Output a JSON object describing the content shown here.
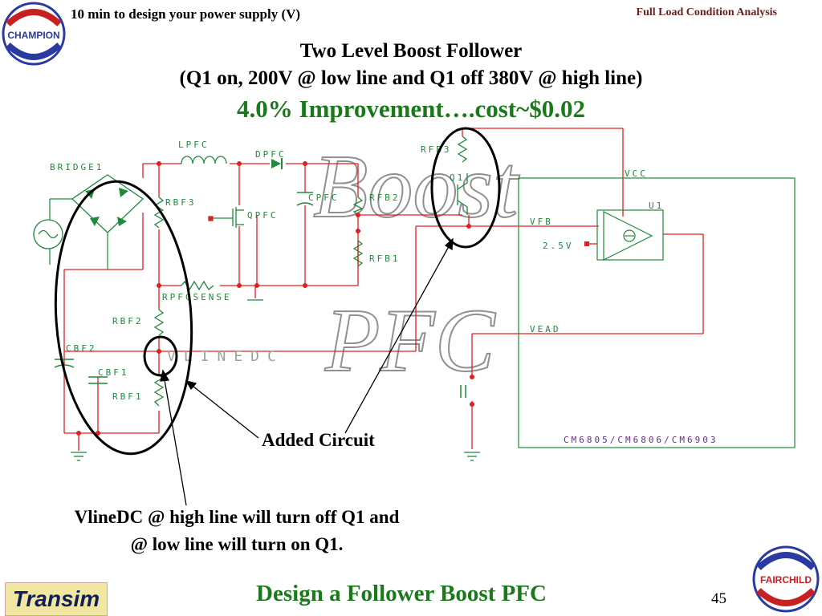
{
  "header": {
    "left": "10 min to design your power supply (V)",
    "right": "Full Load Condition Analysis"
  },
  "title": {
    "line1": "Two Level Boost Follower",
    "line2": "(Q1 on, 200V @ low line and Q1 off 380V @ high line)",
    "line3": "4.0% Improvement….cost~$0.02"
  },
  "watermark": {
    "line1": "Boost",
    "line2": "PFC"
  },
  "schematic": {
    "labels": {
      "bridge": "BRIDGE1",
      "lpfc": "LPFC",
      "dpfc": "DPFC",
      "cpfc": "CPFC",
      "qpfc": "QPFC",
      "rbf3": "RBF3",
      "rbf2": "RBF2",
      "rbf1": "RBF1",
      "cbf2": "CBF2",
      "cbf1": "CBF1",
      "rpfcsense": "RPFCSENSE",
      "vlinedc": "VLINEDC",
      "rfb3": "RFB3",
      "rfb2": "RFB2",
      "rfb1": "RFB1",
      "q1": "Q1",
      "vcc": "VCC",
      "u1": "U1",
      "vfb": "VFB",
      "v25": "2.5V",
      "vead": "VEAD",
      "chip": "CM6805/CM6806/CM6903"
    },
    "accent_colors": {
      "wire": "#e02020",
      "component": "#1e8a3a",
      "circle": "#000000"
    }
  },
  "annotations": {
    "added": "Added Circuit",
    "note_line1": "VlineDC @ high line will turn off Q1 and",
    "note_line2": "@ low line will turn on Q1."
  },
  "footer": {
    "title": "Design a Follower Boost PFC",
    "page": "45",
    "brand": "Transim",
    "logo_left_text": "CHAMPION",
    "logo_right_text": "FAIRCHILD"
  }
}
